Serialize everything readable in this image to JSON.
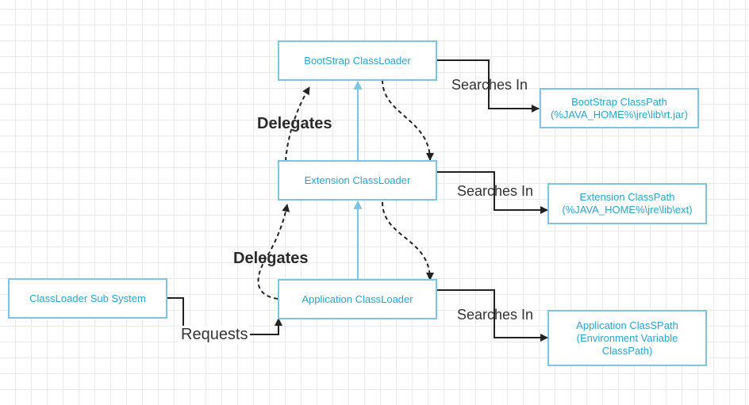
{
  "nodes": {
    "bootstrap_loader": "BootStrap ClassLoader",
    "extension_loader": "Extension ClassLoader",
    "application_loader": "Application ClassLoader",
    "subsystem": "ClassLoader Sub System",
    "bootstrap_classpath": "BootStrap ClassPath\n(%JAVA_HOME%\\jre\\lib\\rt.jar)",
    "extension_classpath": "Extension ClassPath\n(%JAVA_HOME%\\jre\\lib\\ext)",
    "application_classpath": "Application ClasSPath\n(Environment Variable\nClassPath)"
  },
  "edge_labels": {
    "searches_in_1": "Searches In",
    "searches_in_2": "Searches In",
    "searches_in_3": "Searches In",
    "delegates_1": "Delegates",
    "delegates_2": "Delegates",
    "requests": "Requests"
  },
  "colors": {
    "node_border": "#7cc4df",
    "node_text": "#2aa3cc",
    "connector": "#222222",
    "parent_arrow": "#7cc4df"
  }
}
